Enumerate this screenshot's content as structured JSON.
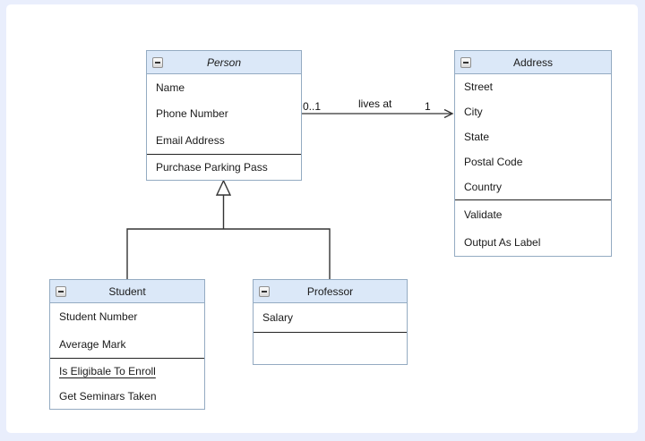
{
  "colors": {
    "page_background": "#e9eefc",
    "canvas_background": "#ffffff",
    "class_header_fill": "#dbe8f8",
    "class_border": "#94abc2",
    "section_divider": "#222222",
    "connector_line": "#333333",
    "text": "#1a1a1a"
  },
  "diagram": {
    "classes": [
      {
        "name": "Person",
        "name_italic": true,
        "collapse_icon": "minus",
        "attributes": [
          "Name",
          "Phone Number",
          "Email Address"
        ],
        "methods": [
          "Purchase Parking Pass"
        ]
      },
      {
        "name": "Address",
        "name_italic": false,
        "collapse_icon": "minus",
        "attributes": [
          "Street",
          "City",
          "State",
          "Postal Code",
          "Country"
        ],
        "methods": [
          "Validate",
          "Output As Label"
        ]
      },
      {
        "name": "Student",
        "name_italic": false,
        "collapse_icon": "minus",
        "attributes": [
          "Student Number",
          "Average Mark"
        ],
        "methods": [
          "Is Eligibale To Enroll",
          "Get Seminars Taken"
        ],
        "underlined_methods": [
          "Is Eligibale To Enroll"
        ]
      },
      {
        "name": "Professor",
        "name_italic": false,
        "collapse_icon": "minus",
        "attributes": [
          "Salary"
        ],
        "methods": []
      }
    ],
    "relationships": [
      {
        "type": "association",
        "from": "Person",
        "to": "Address",
        "label": "lives at",
        "source_multiplicity": "0..1",
        "target_multiplicity": "1",
        "arrow": "open-arrow-at-target"
      },
      {
        "type": "generalization",
        "parent": "Person",
        "children": [
          "Student",
          "Professor"
        ],
        "arrow": "hollow-triangle-at-parent"
      }
    ]
  }
}
